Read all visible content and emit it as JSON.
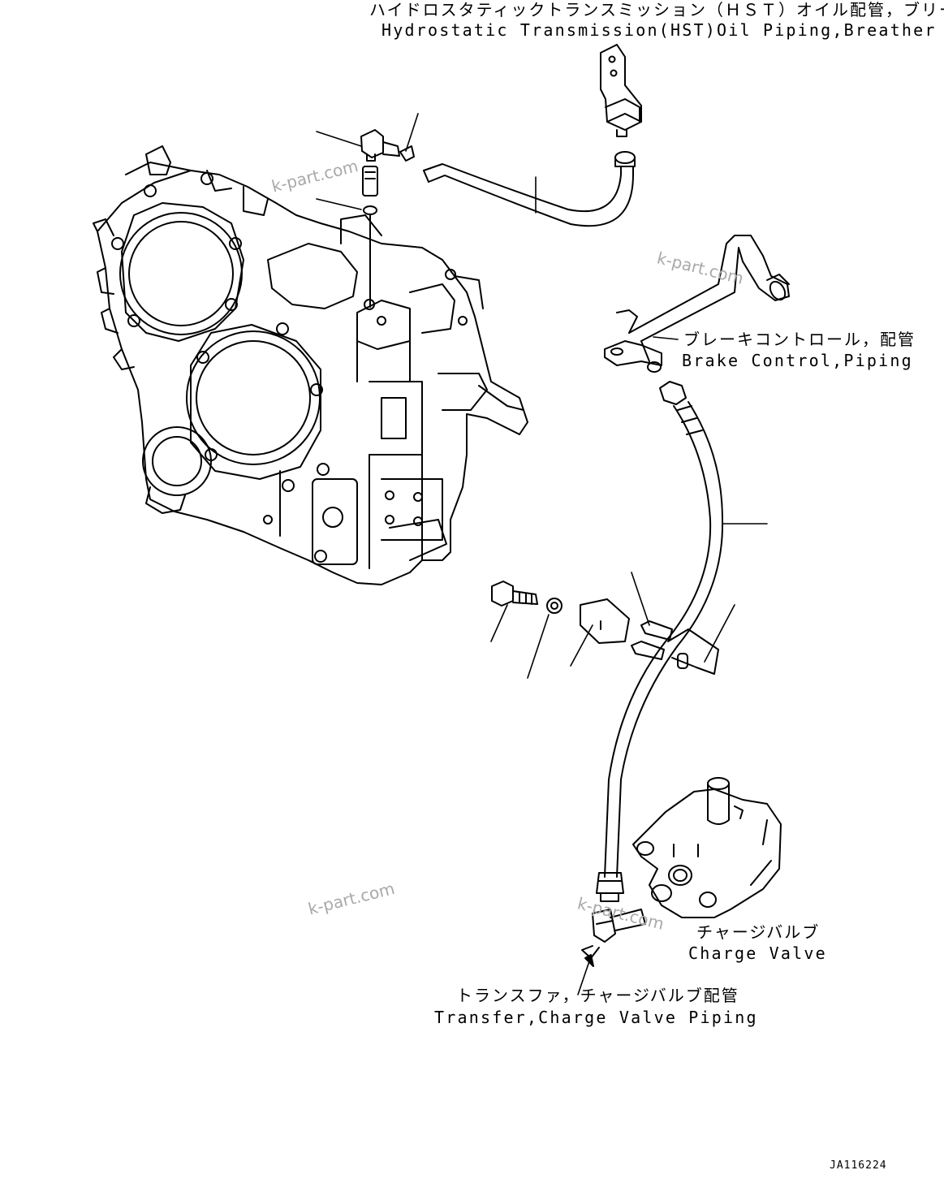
{
  "labels": {
    "hst_jp": "ハイドロスタティックトランスミッション（ＨＳＴ）オイル配管，ブリーザ",
    "hst_en": "Hydrostatic Transmission(HST)Oil Piping,Breather",
    "brake_jp": "ブレーキコントロール，配管",
    "brake_en": "Brake Control,Piping",
    "charge_jp": "チャージバルブ",
    "charge_en": "Charge Valve",
    "transfer_jp": "トランスファ，チャージバルブ配管",
    "transfer_en": "Transfer,Charge Valve Piping"
  },
  "watermarks": [
    "k-part.com",
    "k-part.com",
    "k-part.com",
    "k-part.com"
  ],
  "drawing_code": "JA116224",
  "colors": {
    "line": "#000000",
    "watermark": "#a9a9a9",
    "background": "#ffffff"
  }
}
